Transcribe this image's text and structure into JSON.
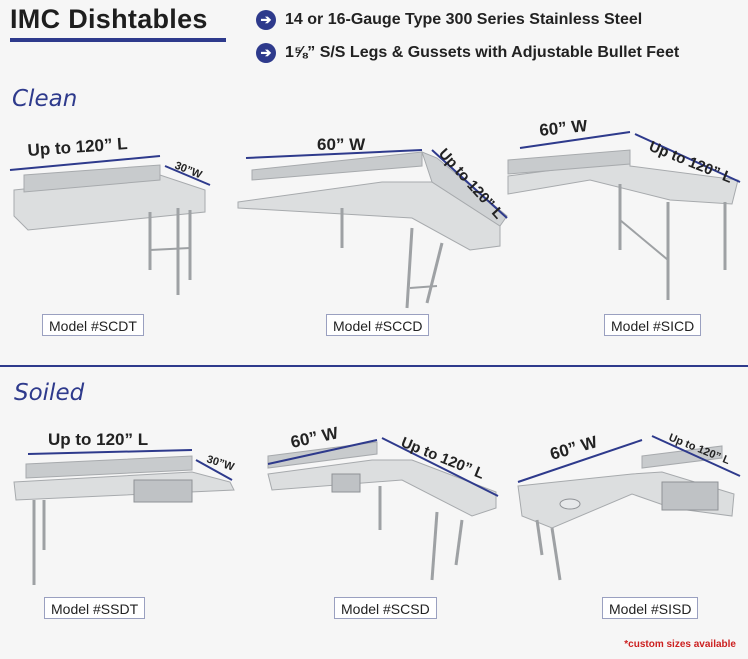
{
  "header": {
    "title": "IMC Dishtables",
    "bullets": [
      "14 or 16-Gauge Type 300 Series Stainless Steel",
      "1⅝” S/S Legs & Gussets with Adjustable Bullet Feet"
    ]
  },
  "sections": {
    "clean": {
      "label": "Clean",
      "products": [
        {
          "model": "Model #SCDT",
          "dims": [
            "Up to 120” L",
            "30”W"
          ]
        },
        {
          "model": "Model #SCCD",
          "dims": [
            "60” W",
            "Up to 120” L"
          ]
        },
        {
          "model": "Model #SICD",
          "dims": [
            "60” W",
            "Up to 120” L"
          ]
        }
      ]
    },
    "soiled": {
      "label": "Soiled",
      "products": [
        {
          "model": "Model #SSDT",
          "dims": [
            "Up to 120” L",
            "30”W"
          ]
        },
        {
          "model": "Model #SCSD",
          "dims": [
            "60” W",
            "Up to 120” L"
          ]
        },
        {
          "model": "Model #SISD",
          "dims": [
            "60” W",
            "Up to 120” L"
          ]
        }
      ]
    }
  },
  "footer": {
    "note": "*custom sizes available"
  },
  "colors": {
    "accent": "#2e3a8c",
    "steel": "#d4d6d8",
    "note": "#cc2020"
  },
  "icons": {
    "bullet": "circle-arrow-right-icon"
  }
}
